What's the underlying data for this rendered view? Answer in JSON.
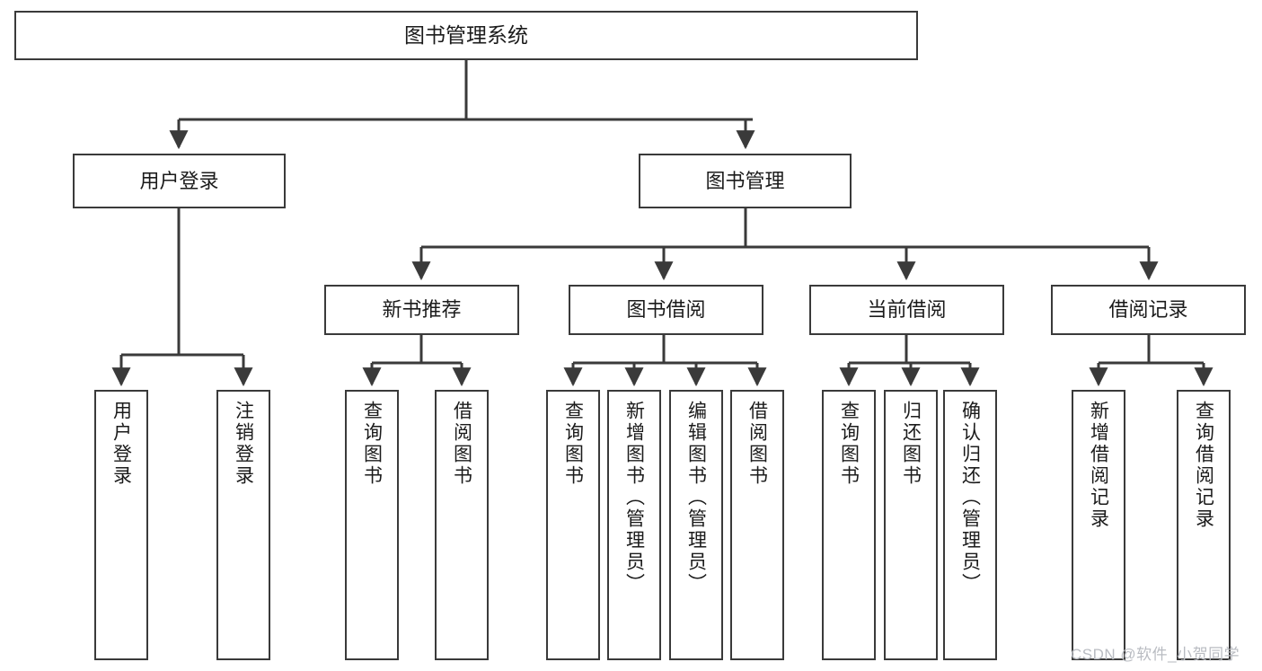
{
  "diagram": {
    "title": "图书管理系统",
    "type": "tree",
    "watermark": "CSDN @软件_小贺同学",
    "colors": {
      "box_border": "#3a3a3a",
      "box_fill": "#ffffff",
      "connector": "#3a3a3a",
      "text": "#1b1b1b",
      "watermark": "#b9bcc2"
    },
    "nodes": {
      "root": {
        "label": "图书管理系统"
      },
      "level2": [
        {
          "id": "user-login",
          "label": "用户登录"
        },
        {
          "id": "book-management",
          "label": "图书管理"
        }
      ],
      "level3": [
        {
          "id": "new-book-recommend",
          "label": "新书推荐"
        },
        {
          "id": "book-borrow",
          "label": "图书借阅"
        },
        {
          "id": "current-borrow",
          "label": "当前借阅"
        },
        {
          "id": "borrow-record",
          "label": "借阅记录"
        }
      ],
      "leaves": {
        "user-login": [
          {
            "id": "leaf-user-login",
            "label": "用户登录"
          },
          {
            "id": "leaf-logout-login",
            "label": "注销登录"
          }
        ],
        "new-book-recommend": [
          {
            "id": "leaf-query-book-1",
            "label": "查询图书"
          },
          {
            "id": "leaf-borrow-book-1",
            "label": "借阅图书"
          }
        ],
        "book-borrow": [
          {
            "id": "leaf-query-book-2",
            "label": "查询图书"
          },
          {
            "id": "leaf-add-book",
            "label": "新增图书（管理员）"
          },
          {
            "id": "leaf-edit-book",
            "label": "编辑图书（管理员）"
          },
          {
            "id": "leaf-borrow-book-2",
            "label": "借阅图书"
          }
        ],
        "current-borrow": [
          {
            "id": "leaf-query-book-3",
            "label": "查询图书"
          },
          {
            "id": "leaf-return-book",
            "label": "归还图书"
          },
          {
            "id": "leaf-confirm-return",
            "label": "确认归还（管理员）"
          }
        ],
        "borrow-record": [
          {
            "id": "leaf-add-record",
            "label": "新增借阅记录"
          },
          {
            "id": "leaf-query-record",
            "label": "查询借阅记录"
          }
        ]
      }
    }
  }
}
